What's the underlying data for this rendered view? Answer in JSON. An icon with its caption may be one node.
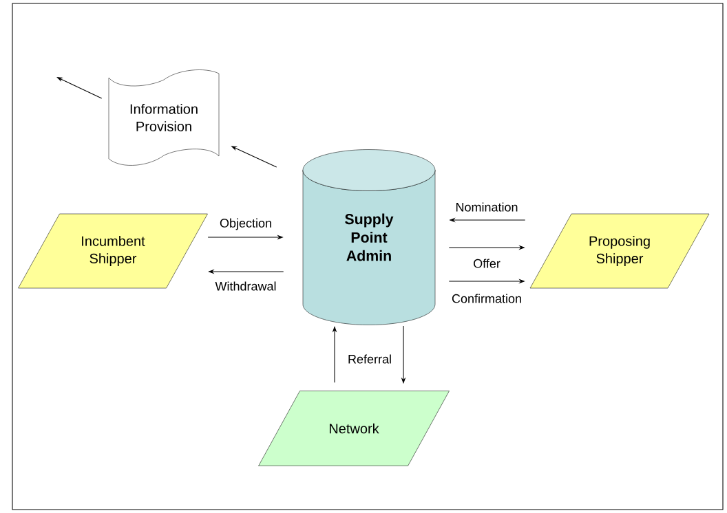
{
  "diagram": {
    "nodes": [
      {
        "text": [
          "Information Provision"
        ]
      },
      {
        "text": [
          "Incumbent Shipper"
        ]
      },
      {
        "text": [
          "Supply Point Admin"
        ]
      },
      {
        "text": [
          "Proposing Shipper"
        ]
      },
      {
        "text": [
          "Network"
        ]
      }
    ],
    "edges": [
      {
        "from": 2,
        "to": 0,
        "arrow": "to"
      },
      {
        "from": 0,
        "to": null,
        "arrow": "to"
      },
      {
        "from": 1,
        "to": 2,
        "arrow": "to",
        "label": "Objection"
      },
      {
        "from": 2,
        "to": 1,
        "arrow": "to",
        "label": "Withdrawal"
      },
      {
        "from": 3,
        "to": 2,
        "arrow": "to",
        "label": "Nomination"
      },
      {
        "from": 2,
        "to": 3,
        "arrow": "to",
        "label": "Offer"
      },
      {
        "from": 2,
        "to": 3,
        "arrow": "to",
        "label": "Confirmation"
      },
      {
        "from": 4,
        "to": 2,
        "arrow": "to",
        "label": "Referral"
      },
      {
        "from": 2,
        "to": 4,
        "arrow": "to"
      }
    ]
  }
}
